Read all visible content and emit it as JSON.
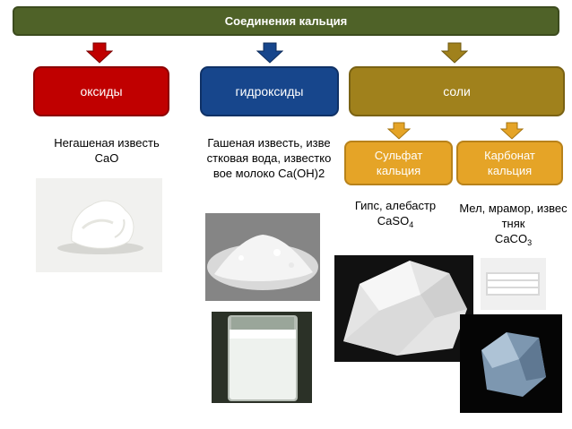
{
  "title": "Соединения кальция",
  "categories": {
    "oxides": "оксиды",
    "hydroxides": "гидроксиды",
    "salts": "соли"
  },
  "salts": {
    "sulfate_label": "Сульфат кальция",
    "carbonate_label": "Карбонат кальция"
  },
  "descriptions": {
    "oxide_name": "Негашеная известь",
    "oxide_formula": "CaO",
    "hydroxide": "Гашеная известь, известковая вода, известковое молоко Ca(OH)2",
    "sulfate_name": "Гипс, алебастр",
    "sulfate_formula": "CaSO4",
    "carbonate_name": "Мел, мрамор, известняк",
    "carbonate_formula": "CaCO3"
  },
  "colors": {
    "title_bg": "#4f6228",
    "oxides": "#c00000",
    "hydroxides": "#17468c",
    "salts": "#a0811c",
    "salt_subtypes": "#e5a427"
  },
  "icons": [
    "red-arrow-icon",
    "blue-arrow-icon",
    "olive-arrow-icon",
    "gold-arrow-icon"
  ]
}
